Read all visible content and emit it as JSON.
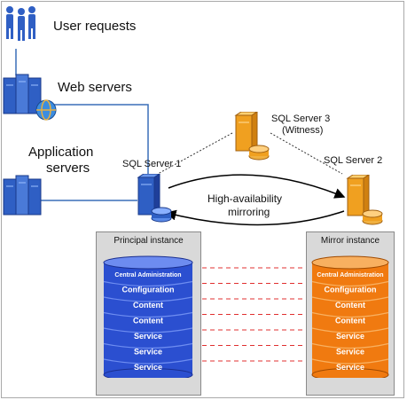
{
  "nodes": {
    "user_requests": "User requests",
    "web_servers": "Web servers",
    "app_servers_line1": "Application",
    "app_servers_line2": "servers",
    "sql1": "SQL Server 1",
    "sql2": "SQL Server 2",
    "sql3_line1": "SQL Server 3",
    "sql3_line2": "(Witness)",
    "mirroring_line1": "High-availability",
    "mirroring_line2": "mirroring"
  },
  "principal": {
    "title": "Principal instance",
    "databases": [
      "Central Administration",
      "Configuration",
      "Content",
      "Content",
      "Service",
      "Service",
      "Service"
    ]
  },
  "mirror": {
    "title": "Mirror instance",
    "databases": [
      "Central Administration",
      "Configuration",
      "Content",
      "Content",
      "Service",
      "Service",
      "Service"
    ]
  },
  "colors": {
    "principal_db": "#2b4fd0",
    "mirror_db": "#f07a10",
    "server_blue": "#2f5fc4",
    "server_orange": "#f0a020",
    "link_line": "#3a6fb8",
    "sync_dash": "#e03030",
    "panel_bg": "#d9d9d9"
  },
  "icons": {
    "users": "users-icon",
    "web": "web-server-icon",
    "app": "app-server-icon",
    "sql": "sql-server-icon",
    "database": "database-cylinder-icon"
  }
}
